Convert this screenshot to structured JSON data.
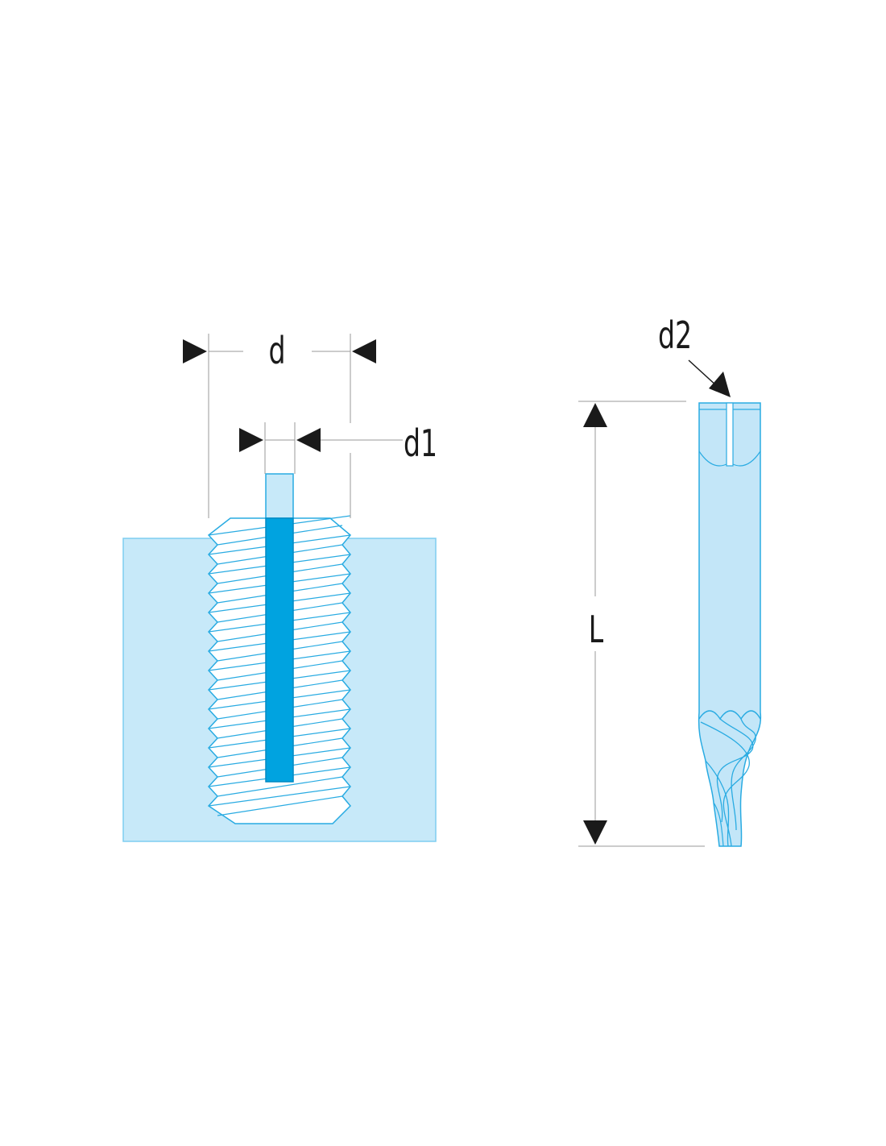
{
  "labels": {
    "d": "d",
    "d1": "d1",
    "d2": "d2",
    "L": "L"
  },
  "colors": {
    "block_fill": "#c7e9f9",
    "block_stroke": "#7fcdf0",
    "line_blue": "#29abe2",
    "insert_fill": "#00a3e0",
    "tool_fill": "#c3e6f8",
    "dimension_line": "#999999",
    "arrow": "#1a1a1a"
  }
}
